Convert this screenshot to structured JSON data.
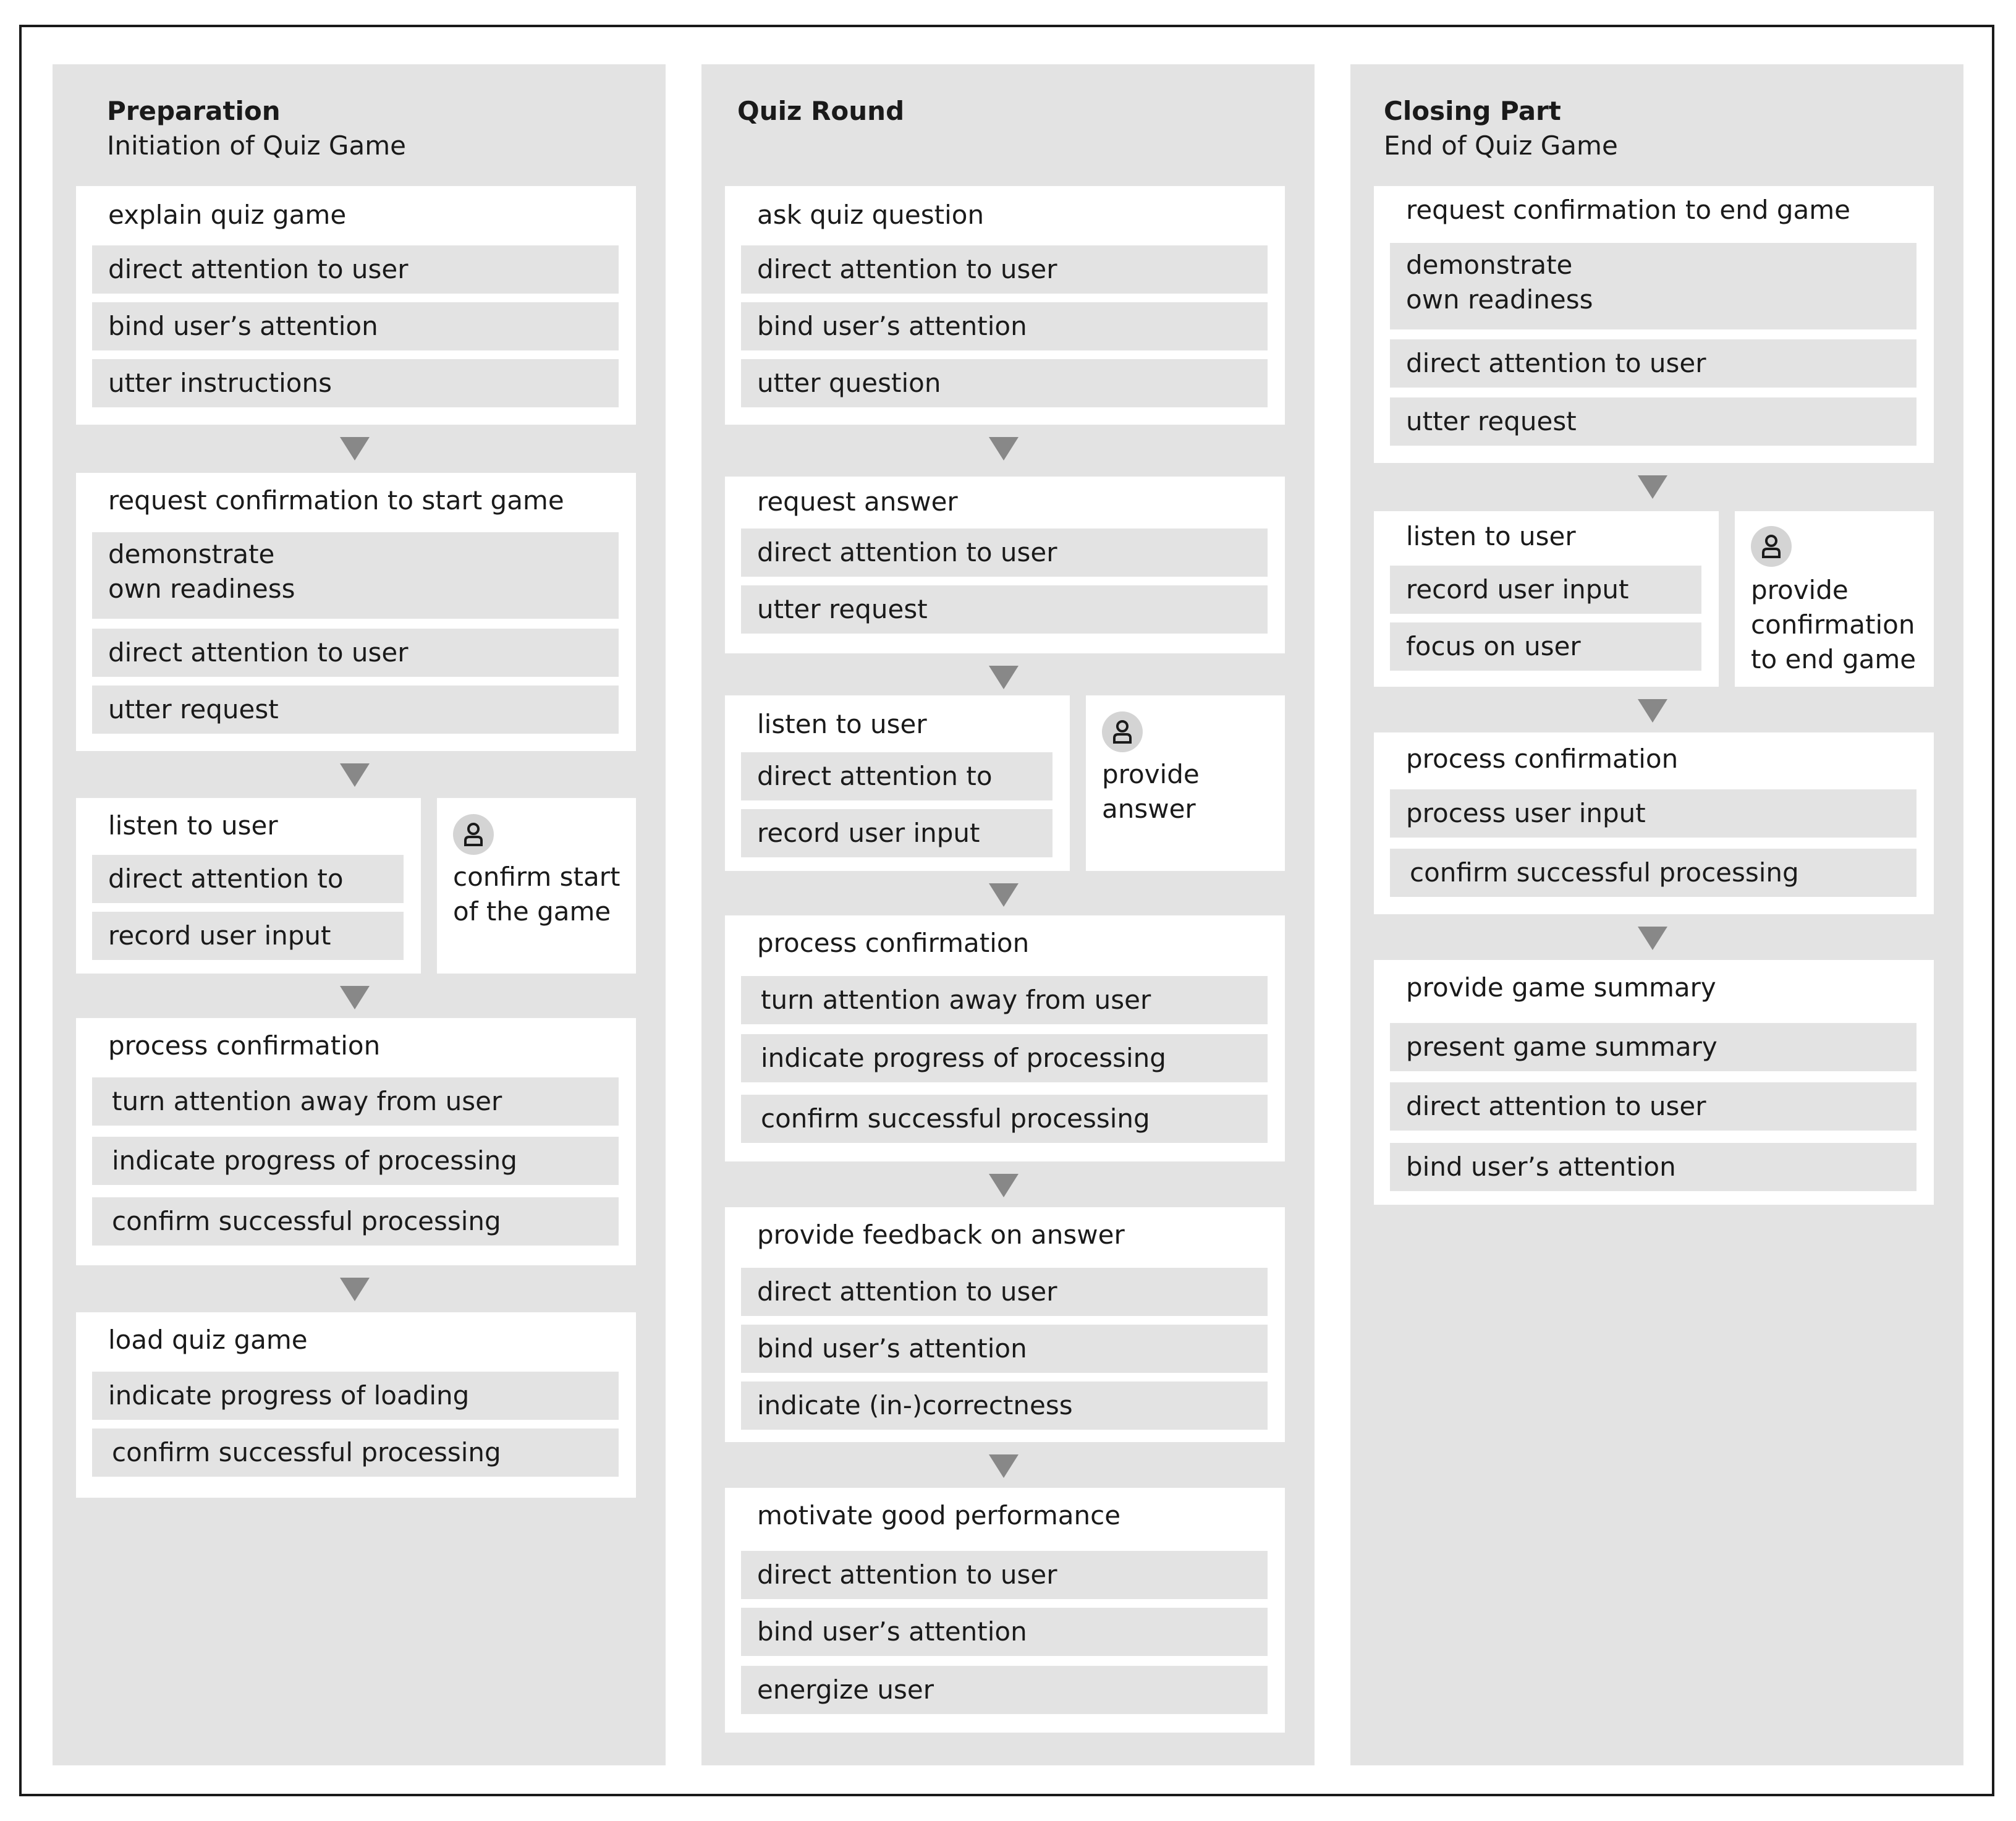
{
  "columns": [
    {
      "title": "Preparation",
      "subtitle": "Initiation of Quiz Game",
      "blocks": [
        {
          "title": "explain quiz game",
          "items": [
            "direct attention to user",
            "bind user’s attention",
            "utter instructions"
          ]
        },
        {
          "title": "request confirmation to start game",
          "items": [
            "demonstrate\nown readiness",
            "direct attention to user",
            "utter request"
          ]
        },
        {
          "title": "listen to user",
          "items": [
            "direct attention to user",
            "record user input"
          ],
          "user_action": "confirm start\nof the game"
        },
        {
          "title": "process confirmation",
          "items": [
            "turn attention away from user",
            "indicate progress of processing",
            "confirm successful processing"
          ]
        },
        {
          "title": "load quiz game",
          "items": [
            "indicate progress of loading",
            "confirm successful processing"
          ]
        }
      ]
    },
    {
      "title": "Quiz Round",
      "subtitle": "",
      "blocks": [
        {
          "title": "ask quiz question",
          "items": [
            "direct attention to user",
            "bind user’s attention",
            "utter question"
          ]
        },
        {
          "title": "request answer",
          "items": [
            "direct attention to user",
            "utter request"
          ]
        },
        {
          "title": "listen to user",
          "items": [
            "direct attention to user",
            "record user input"
          ],
          "user_action": "provide\nanswer"
        },
        {
          "title": "process confirmation",
          "items": [
            "turn attention away from user",
            "indicate progress of processing",
            "confirm successful processing"
          ]
        },
        {
          "title": "provide feedback on answer",
          "items": [
            "direct attention to user",
            "bind user’s attention",
            "indicate (in-)correctness"
          ]
        },
        {
          "title": "motivate good performance",
          "items": [
            "direct attention to user",
            "bind user’s attention",
            "energize user"
          ]
        }
      ]
    },
    {
      "title": "Closing Part",
      "subtitle": "End of Quiz Game",
      "blocks": [
        {
          "title": "request confirmation to end game",
          "items": [
            "demonstrate\nown readiness",
            "direct attention to user",
            "utter request"
          ]
        },
        {
          "title": "listen to user",
          "items": [
            "record user input",
            "focus on user"
          ],
          "user_action": "provide\nconfirmation\nto end game"
        },
        {
          "title": "process confirmation",
          "items": [
            "process user input",
            "confirm successful processing"
          ]
        },
        {
          "title": "provide game summary",
          "items": [
            "present game summary",
            "direct attention to user",
            "bind user’s attention"
          ]
        }
      ]
    }
  ],
  "colors": {
    "panel": "#e3e3e3",
    "card": "#ffffff",
    "arrow": "#888888",
    "frame": "#1a1a1a"
  },
  "icons": {
    "user": "person-icon",
    "flow": "triangle-down-arrow"
  }
}
